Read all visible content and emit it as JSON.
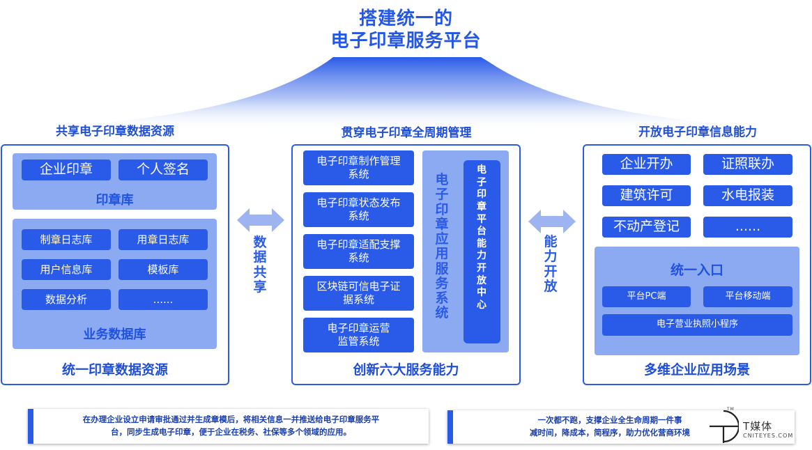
{
  "header": {
    "title_line1": "搭建统一的",
    "title_line2": "电子印章服务平台"
  },
  "left": {
    "heading": "共享电子印章数据资源",
    "seal_library": {
      "items": [
        "企业印章",
        "个人签名"
      ],
      "label": "印章库"
    },
    "business_db": {
      "items": [
        "制章日志库",
        "用章日志库",
        "用户信息库",
        "模板库",
        "数据分析",
        "......"
      ],
      "label": "业务数据库"
    },
    "footer": "统一印章数据资源"
  },
  "arrows": {
    "left_label": "数据共享",
    "right_label": "能力开放"
  },
  "center": {
    "heading": "贯穿电子印章全周期管理",
    "systems": [
      {
        "line1": "电子印章制作管理",
        "line2": "系统"
      },
      {
        "line1": "电子印章状态发布",
        "line2": "系统"
      },
      {
        "line1": "电子印章适配支撑",
        "line2": "系统"
      },
      {
        "line1": "区块链可信电子证",
        "line2": "据系统"
      },
      {
        "line1": "电子印章运营",
        "line2": "监管系统"
      }
    ],
    "app_service_label": "电子印章应用服务系统",
    "open_center_label": "电子印章平台能力开放中心",
    "footer": "创新六大服务能力"
  },
  "right": {
    "heading": "开放电子印章信息能力",
    "services": [
      "企业开办",
      "证照联办",
      "建筑许可",
      "水电报装",
      "不动产登记",
      "......"
    ],
    "entry": {
      "label": "统一入口",
      "items": [
        "平台PC端",
        "平台移动端",
        "电子营业执照小程序"
      ]
    },
    "footer": "多维企业应用场景"
  },
  "notes": {
    "left_line1": "在办理企业设立申请审批通过并生成章模后，将相关信息一并推送给电子印章服务平",
    "left_line2": "台，同步生成电子印章，便于企业在税务、社保等多个领域的应用。",
    "right_line1": "一次都不跑，支撑企业全生命周期一件事",
    "right_line2": "减时间，降成本，简程序，助力优化营商环境"
  },
  "logo": {
    "name": "T媒体",
    "domain": "CNITEYES.COM",
    "mark": "TM"
  },
  "colors": {
    "primary": "#2a5ae8",
    "sub_panel": "#8caaf2",
    "text_blue": "#1f4fd8"
  }
}
